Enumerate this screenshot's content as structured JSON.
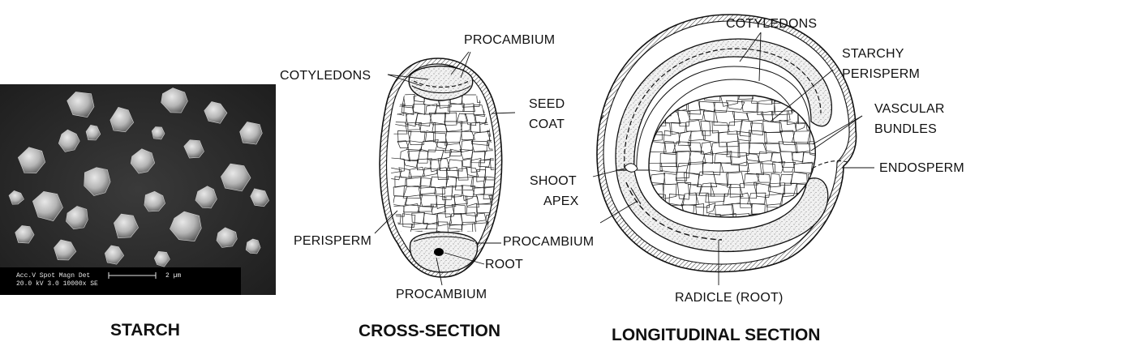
{
  "sem": {
    "row1": "Acc.V  Spot Magn   Det",
    "row2": "20.0 kV 3.0  10000x  SE",
    "scale": "2 µm"
  },
  "captions": {
    "starch": "STARCH",
    "cross": "CROSS-SECTION",
    "long": "LONGITUDINAL  SECTION"
  },
  "cross_labels": {
    "procambium_top": "PROCAMBIUM",
    "cotyledons": "COTYLEDONS",
    "seed_coat_1": "SEED",
    "seed_coat_2": "COAT",
    "perisperm": "PERISPERM",
    "root": "ROOT",
    "procambium_bottom": "PROCAMBIUM"
  },
  "long_labels": {
    "cotyledons": "COTYLEDONS",
    "starchy_1": "STARCHY",
    "starchy_2": "PERISPERM",
    "vascular_1": "VASCULAR",
    "vascular_2": "BUNDLES",
    "endosperm": "ENDOSPERM",
    "shoot_1": "SHOOT",
    "shoot_2": "APEX",
    "procambium": "PROCAMBIUM",
    "radicle": "RADICLE (ROOT)"
  }
}
